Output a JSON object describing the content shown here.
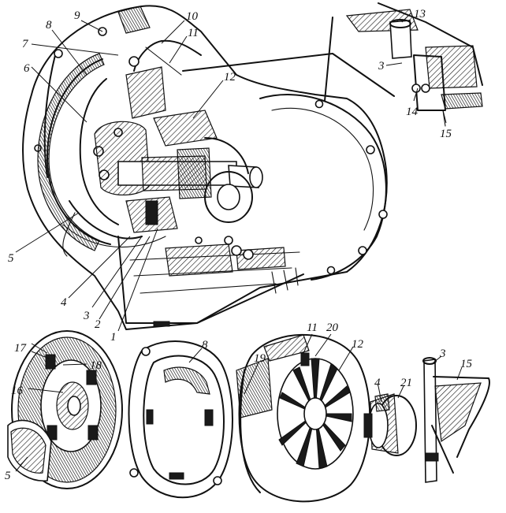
{
  "callouts": [
    {
      "id": "c1",
      "text": "1"
    },
    {
      "id": "c2",
      "text": "2"
    },
    {
      "id": "c3",
      "text": "3"
    },
    {
      "id": "c4",
      "text": "4"
    },
    {
      "id": "c5",
      "text": "5"
    },
    {
      "id": "c6",
      "text": "6"
    },
    {
      "id": "c7",
      "text": "7"
    },
    {
      "id": "c8",
      "text": "8"
    },
    {
      "id": "c9",
      "text": "9"
    },
    {
      "id": "c10",
      "text": "10"
    },
    {
      "id": "c11",
      "text": "11"
    },
    {
      "id": "c12",
      "text": "12"
    },
    {
      "id": "c13",
      "text": "13"
    },
    {
      "id": "c3b",
      "text": "3"
    },
    {
      "id": "c14",
      "text": "14"
    },
    {
      "id": "c15",
      "text": "15"
    },
    {
      "id": "c17",
      "text": "17"
    },
    {
      "id": "c18",
      "text": "18"
    },
    {
      "id": "c16",
      "text": "16"
    },
    {
      "id": "c5b",
      "text": "5"
    },
    {
      "id": "c8b",
      "text": "8"
    },
    {
      "id": "c11b",
      "text": "11"
    },
    {
      "id": "c20",
      "text": "20"
    },
    {
      "id": "c19",
      "text": "19"
    },
    {
      "id": "c12b",
      "text": "12"
    },
    {
      "id": "c4b",
      "text": "4"
    },
    {
      "id": "c21",
      "text": "21"
    },
    {
      "id": "c3c",
      "text": "3"
    },
    {
      "id": "c15b",
      "text": "15"
    }
  ]
}
